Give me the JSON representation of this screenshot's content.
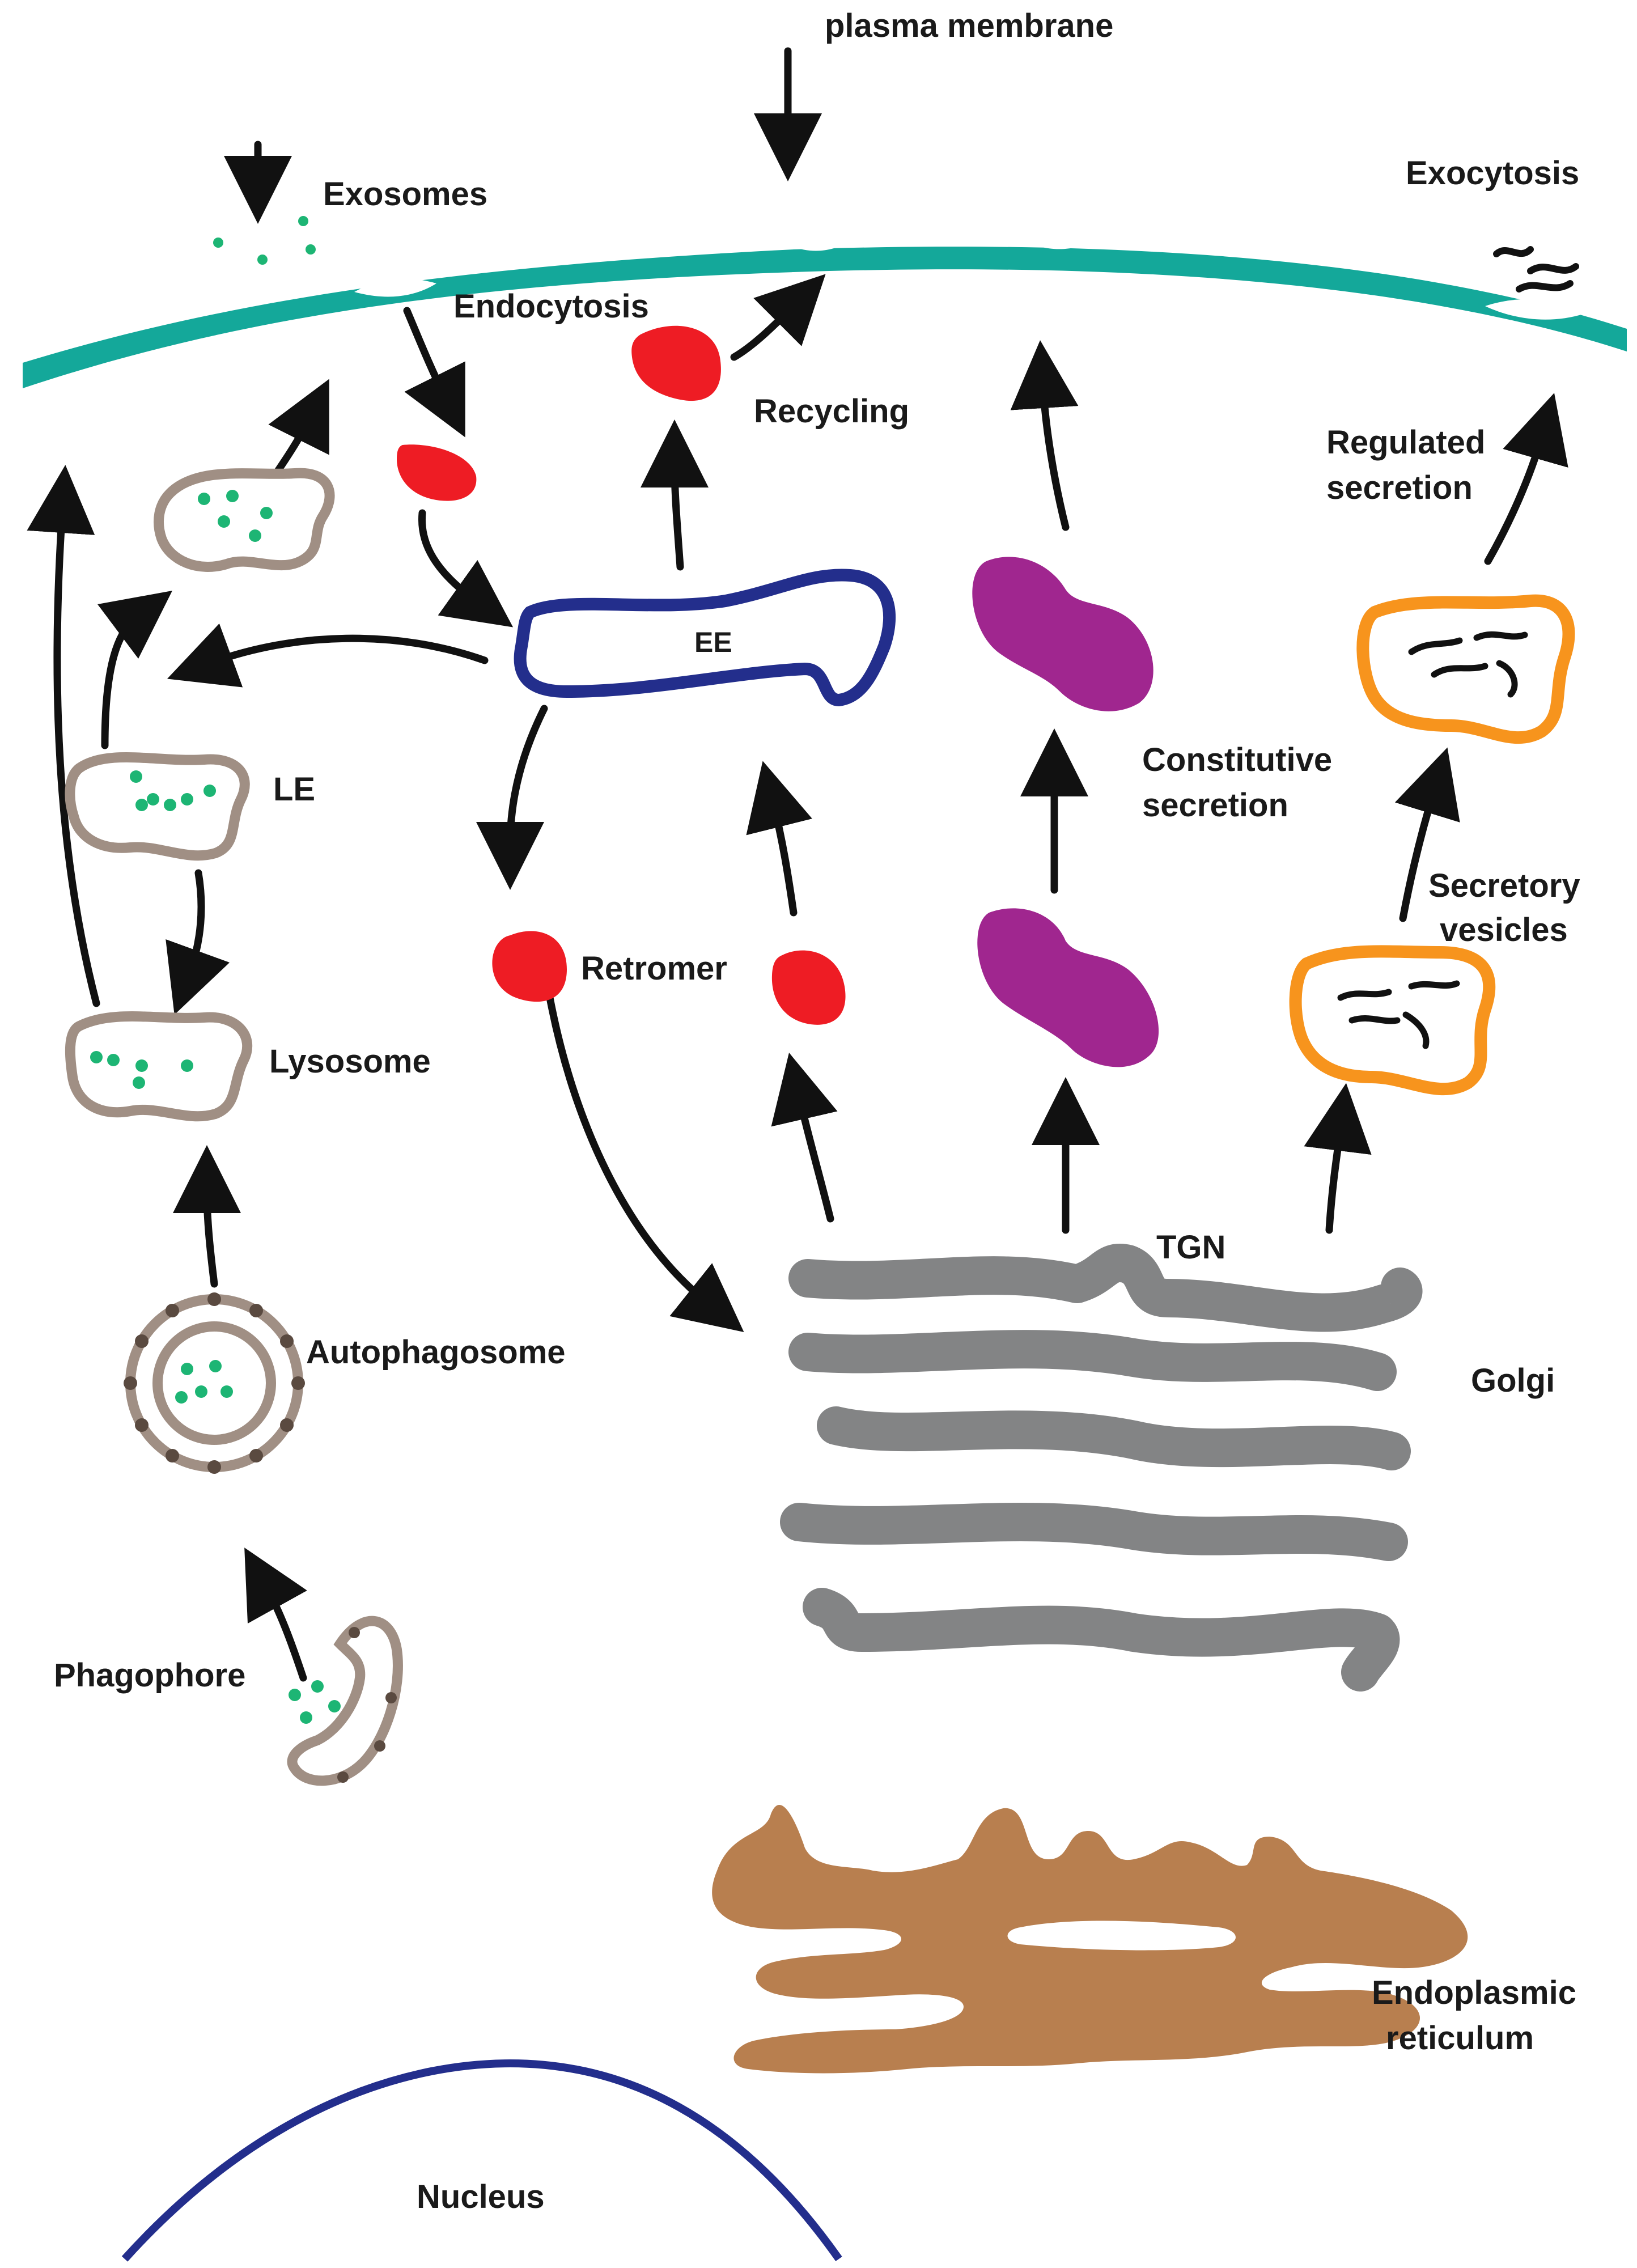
{
  "labels": {
    "plasma_membrane": "plasma membrane",
    "exosomes": "Exosomes",
    "exocytosis": "Exocytosis",
    "endocytosis": "Endocytosis",
    "recycling": "Recycling",
    "regulated_secretion_1": "Regulated",
    "regulated_secretion_2": "secretion",
    "ee": "EE",
    "constitutive_secretion_1": "Constitutive",
    "constitutive_secretion_2": "secretion",
    "le": "LE",
    "secretory_vesicles_1": "Secretory",
    "secretory_vesicles_2": "vesicles",
    "retromer": "Retromer",
    "lysosome": "Lysosome",
    "tgn": "TGN",
    "autophagosome": "Autophagosome",
    "golgi": "Golgi",
    "phagophore": "Phagophore",
    "er_1": "Endoplasmic",
    "er_2": "reticulum",
    "nucleus": "Nucleus"
  },
  "colors": {
    "membrane": "#14a89a",
    "early_endosome": "#232e8c",
    "red_vesicle": "#ee1c24",
    "purple_vesicle": "#a0268f",
    "secretory_vesicle": "#f7941d",
    "endolysosome": "#a08f84",
    "cargo_dot": "#1db574",
    "golgi": "#838485",
    "er": "#b87f4f",
    "nucleus": "#232e8c",
    "arrow": "#111111"
  }
}
